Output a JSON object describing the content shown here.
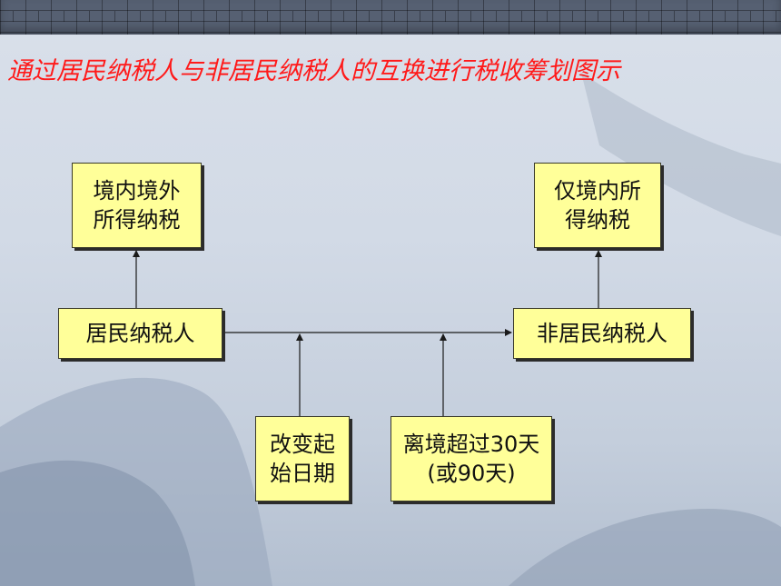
{
  "title": "通过居民纳税人与非居民纳税人的互换进行税收筹划图示",
  "nodes": {
    "domestic_foreign_income": {
      "line1": "境内境外",
      "line2": "所得纳税"
    },
    "domestic_income_only": {
      "line1": "仅境内所",
      "line2": "得纳税"
    },
    "resident": {
      "label": "居民纳税人"
    },
    "nonresident": {
      "label": "非居民纳税人"
    },
    "change_start_date": {
      "line1": "改变起",
      "line2": "始日期"
    },
    "leave_country": {
      "line1": "离境超过30天",
      "line2": "(或90天)"
    }
  },
  "colors": {
    "title": "#ff1a1a",
    "box_fill": "#ffff99",
    "box_border": "#3a3a2a",
    "line": "#1a1a1a"
  }
}
